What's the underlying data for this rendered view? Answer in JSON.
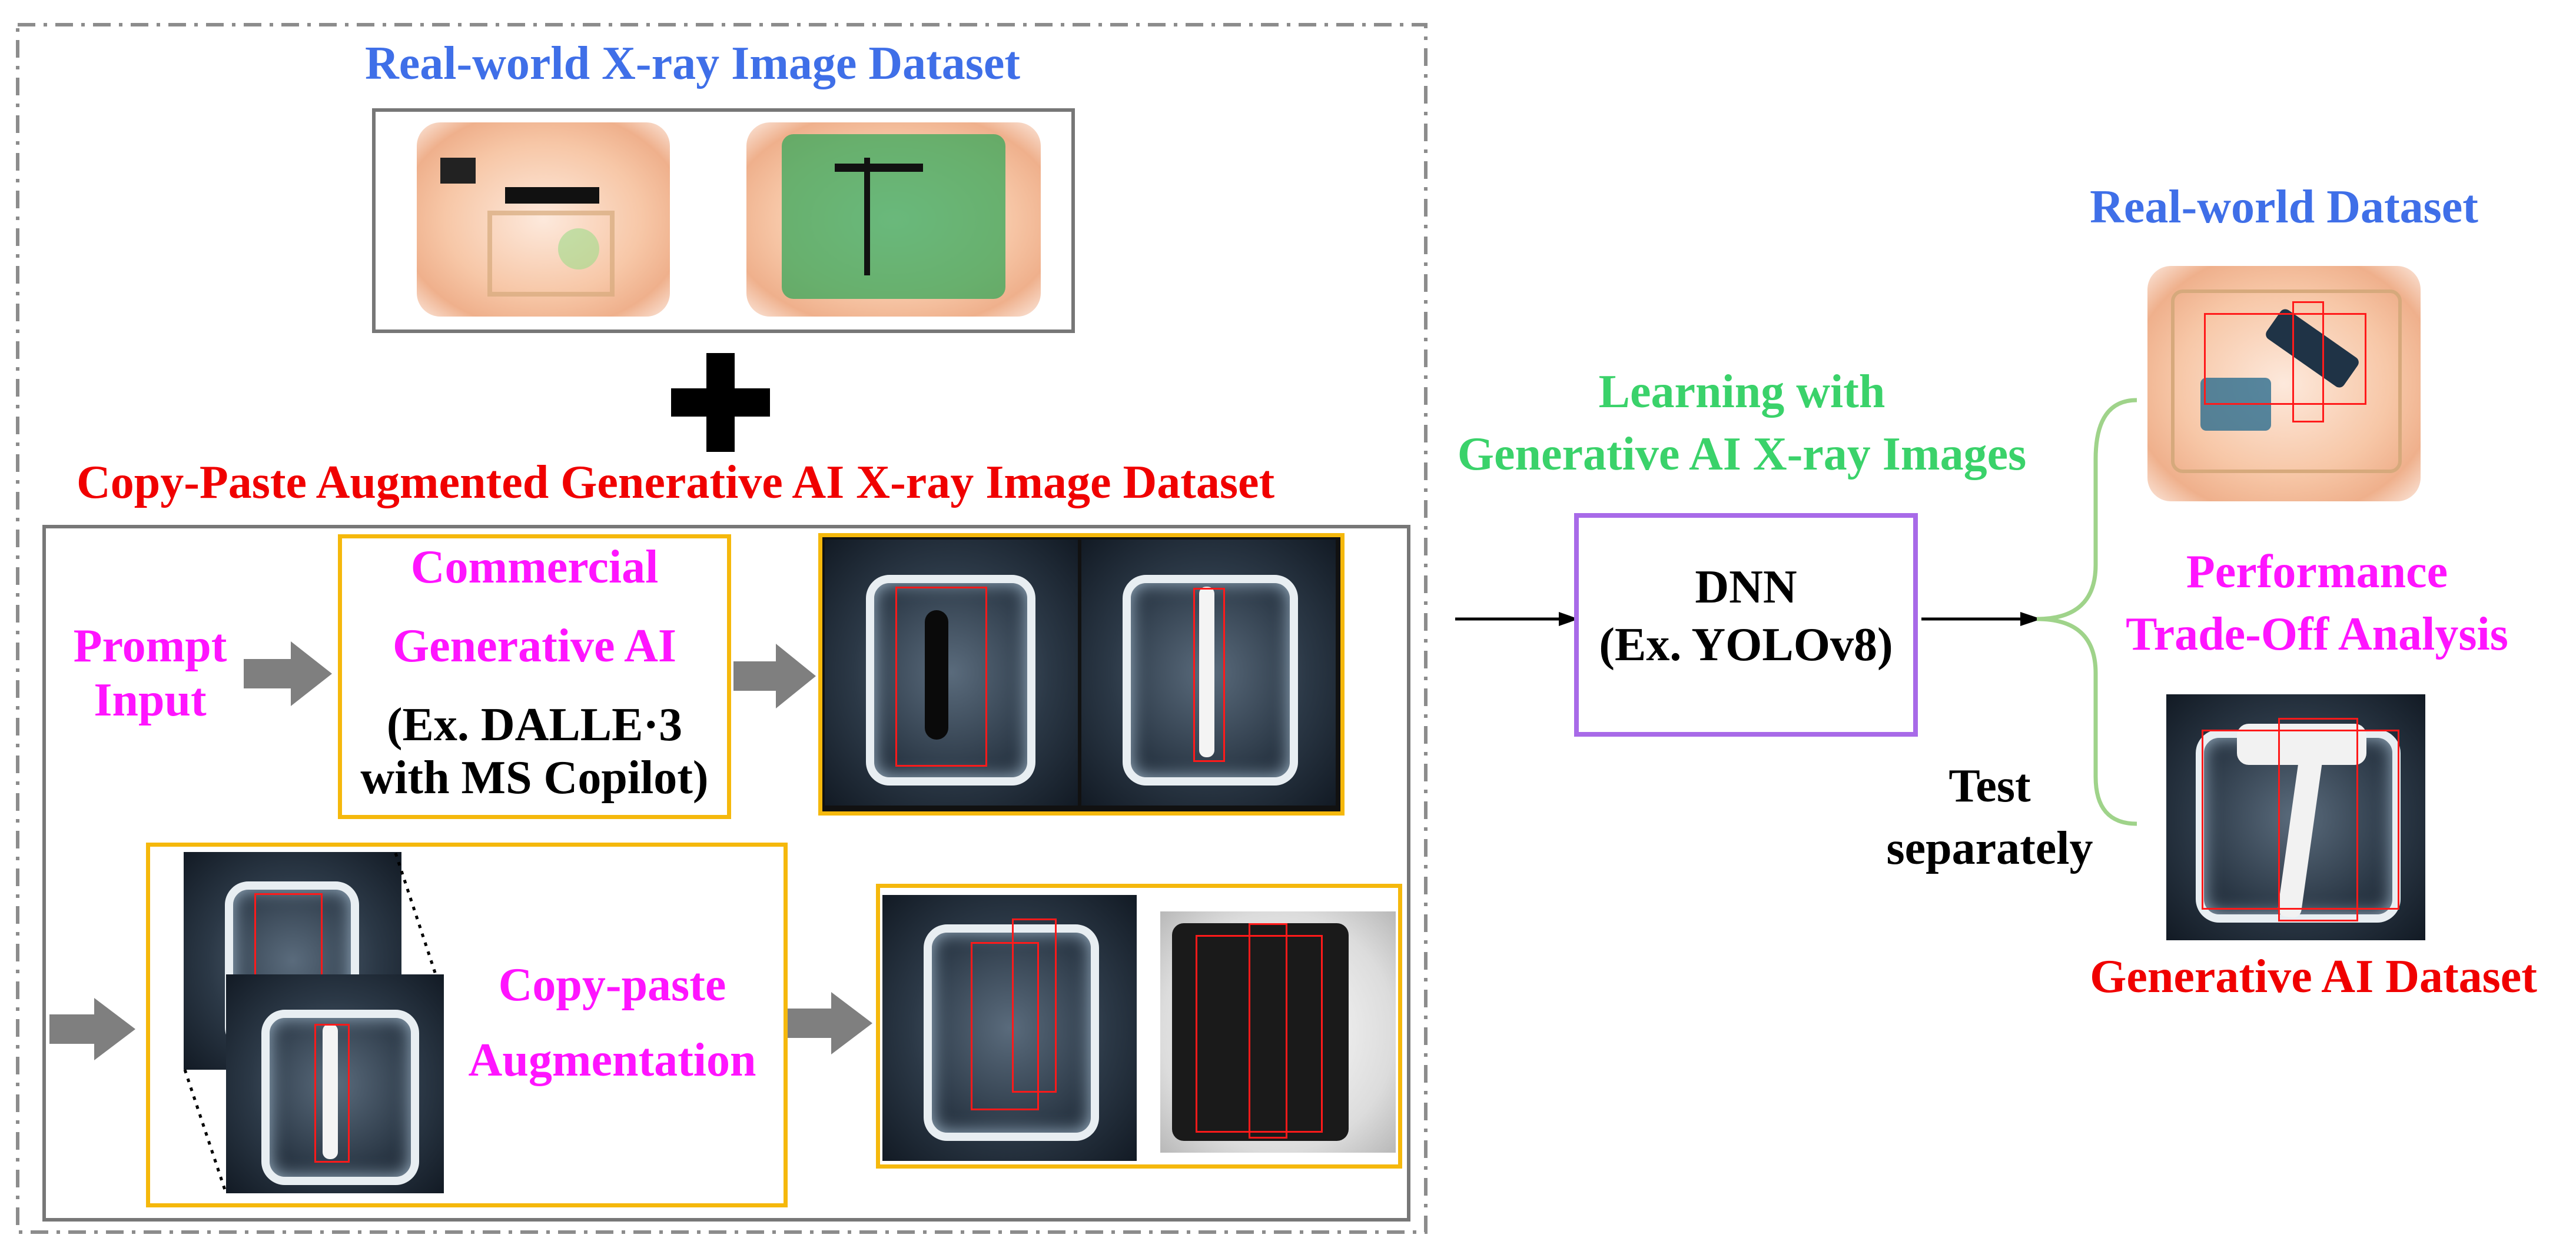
{
  "titles": {
    "realworld_xray": "Real-world X-ray Image Dataset",
    "copy_paste": "Copy-Paste Augmented Generative AI X-ray Image Dataset",
    "realworld_dataset": "Real-world Dataset",
    "genai_dataset": "Generative AI Dataset"
  },
  "prompt": {
    "line1": "Prompt",
    "line2": "Input"
  },
  "commercial": {
    "line1": "Commercial",
    "line2": "Generative AI",
    "line3": "(Ex. DALLE·3",
    "line4": "with MS Copilot)"
  },
  "copy_paste_aug": {
    "line1": "Copy-paste",
    "line2": "Augmentation"
  },
  "learning": {
    "line1": "Learning with",
    "line2": "Generative AI X-ray Images"
  },
  "dnn": {
    "line1": "DNN",
    "line2": "(Ex. YOLOv8)"
  },
  "performance": {
    "line1": "Performance",
    "line2": "Trade-Off Analysis"
  },
  "test": {
    "line1": "Test",
    "line2": "separately"
  },
  "colors": {
    "blue_title": "#3f6fe8",
    "red_title": "#f00000",
    "magenta": "#ff14ff",
    "green": "#3ad26a",
    "orange_box": "#f5b80c",
    "purple_box": "#a86ae8",
    "gray_arrow": "#7f7f7f",
    "brace_green": "#9fd38a"
  },
  "icons": [
    "plus-icon",
    "gray-arrow-icon",
    "arrow-icon",
    "brace-icon"
  ]
}
